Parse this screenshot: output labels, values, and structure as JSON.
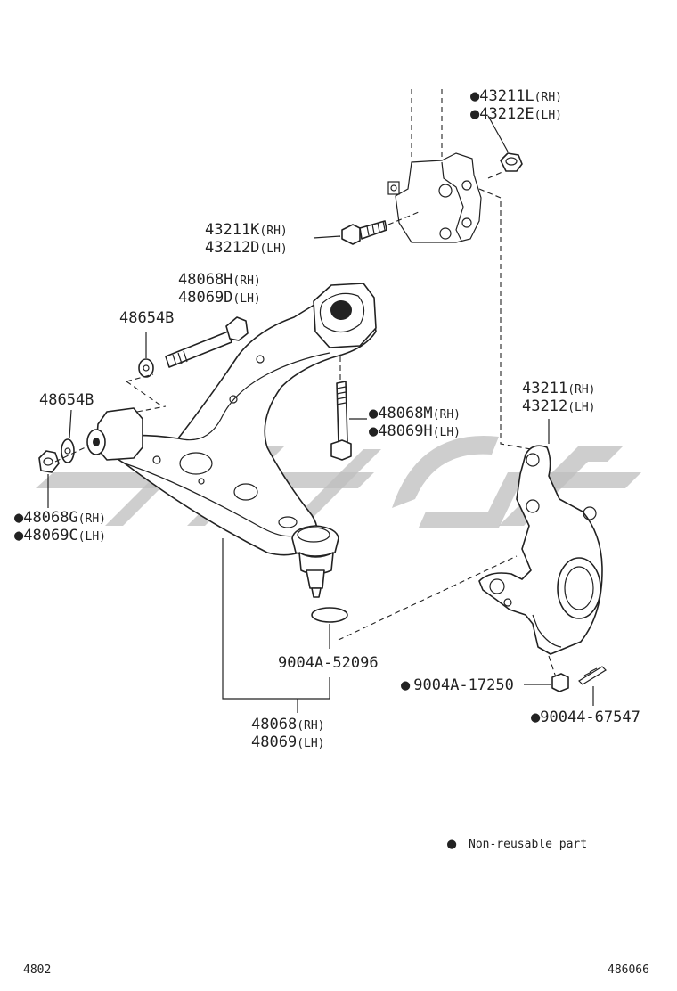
{
  "labels": {
    "p43211L": {
      "num": "43211L",
      "sfx": "(RH)",
      "nonreusable": true
    },
    "p43212E": {
      "num": "43212E",
      "sfx": "(LH)",
      "nonreusable": true
    },
    "p43211K": {
      "num": "43211K",
      "sfx": "(RH)"
    },
    "p43212D": {
      "num": "43212D",
      "sfx": "(LH)"
    },
    "p48068H": {
      "num": "48068H",
      "sfx": "(RH)"
    },
    "p48069D": {
      "num": "48069D",
      "sfx": "(LH)"
    },
    "p48654B_top": {
      "num": "48654B"
    },
    "p48654B_left": {
      "num": "48654B"
    },
    "p48068M": {
      "num": "48068M",
      "sfx": "(RH)",
      "nonreusable": true
    },
    "p48069H": {
      "num": "48069H",
      "sfx": "(LH)",
      "nonreusable": true
    },
    "p48068G": {
      "num": "48068G",
      "sfx": "(RH)",
      "nonreusable": true
    },
    "p48069C": {
      "num": "48069C",
      "sfx": "(LH)",
      "nonreusable": true
    },
    "p43211": {
      "num": "43211",
      "sfx": "(RH)"
    },
    "p43212": {
      "num": "43212",
      "sfx": "(LH)"
    },
    "p9004A52096": {
      "num": "9004A-52096"
    },
    "p9004A17250": {
      "num": "9004A-17250",
      "nonreusable": true
    },
    "p9004467547": {
      "num": "90044-67547",
      "nonreusable": true
    },
    "p48068": {
      "num": "48068",
      "sfx": "(RH)"
    },
    "p48069": {
      "num": "48069",
      "sfx": "(LH)"
    }
  },
  "legend": {
    "bullet": "●",
    "text": "Non-reusable part"
  },
  "footer": {
    "left": "4802",
    "right": "486066"
  },
  "watermark": {
    "color": "#bdbdbd"
  },
  "icons": {
    "nonreusable": "filled-circle-bullet"
  }
}
